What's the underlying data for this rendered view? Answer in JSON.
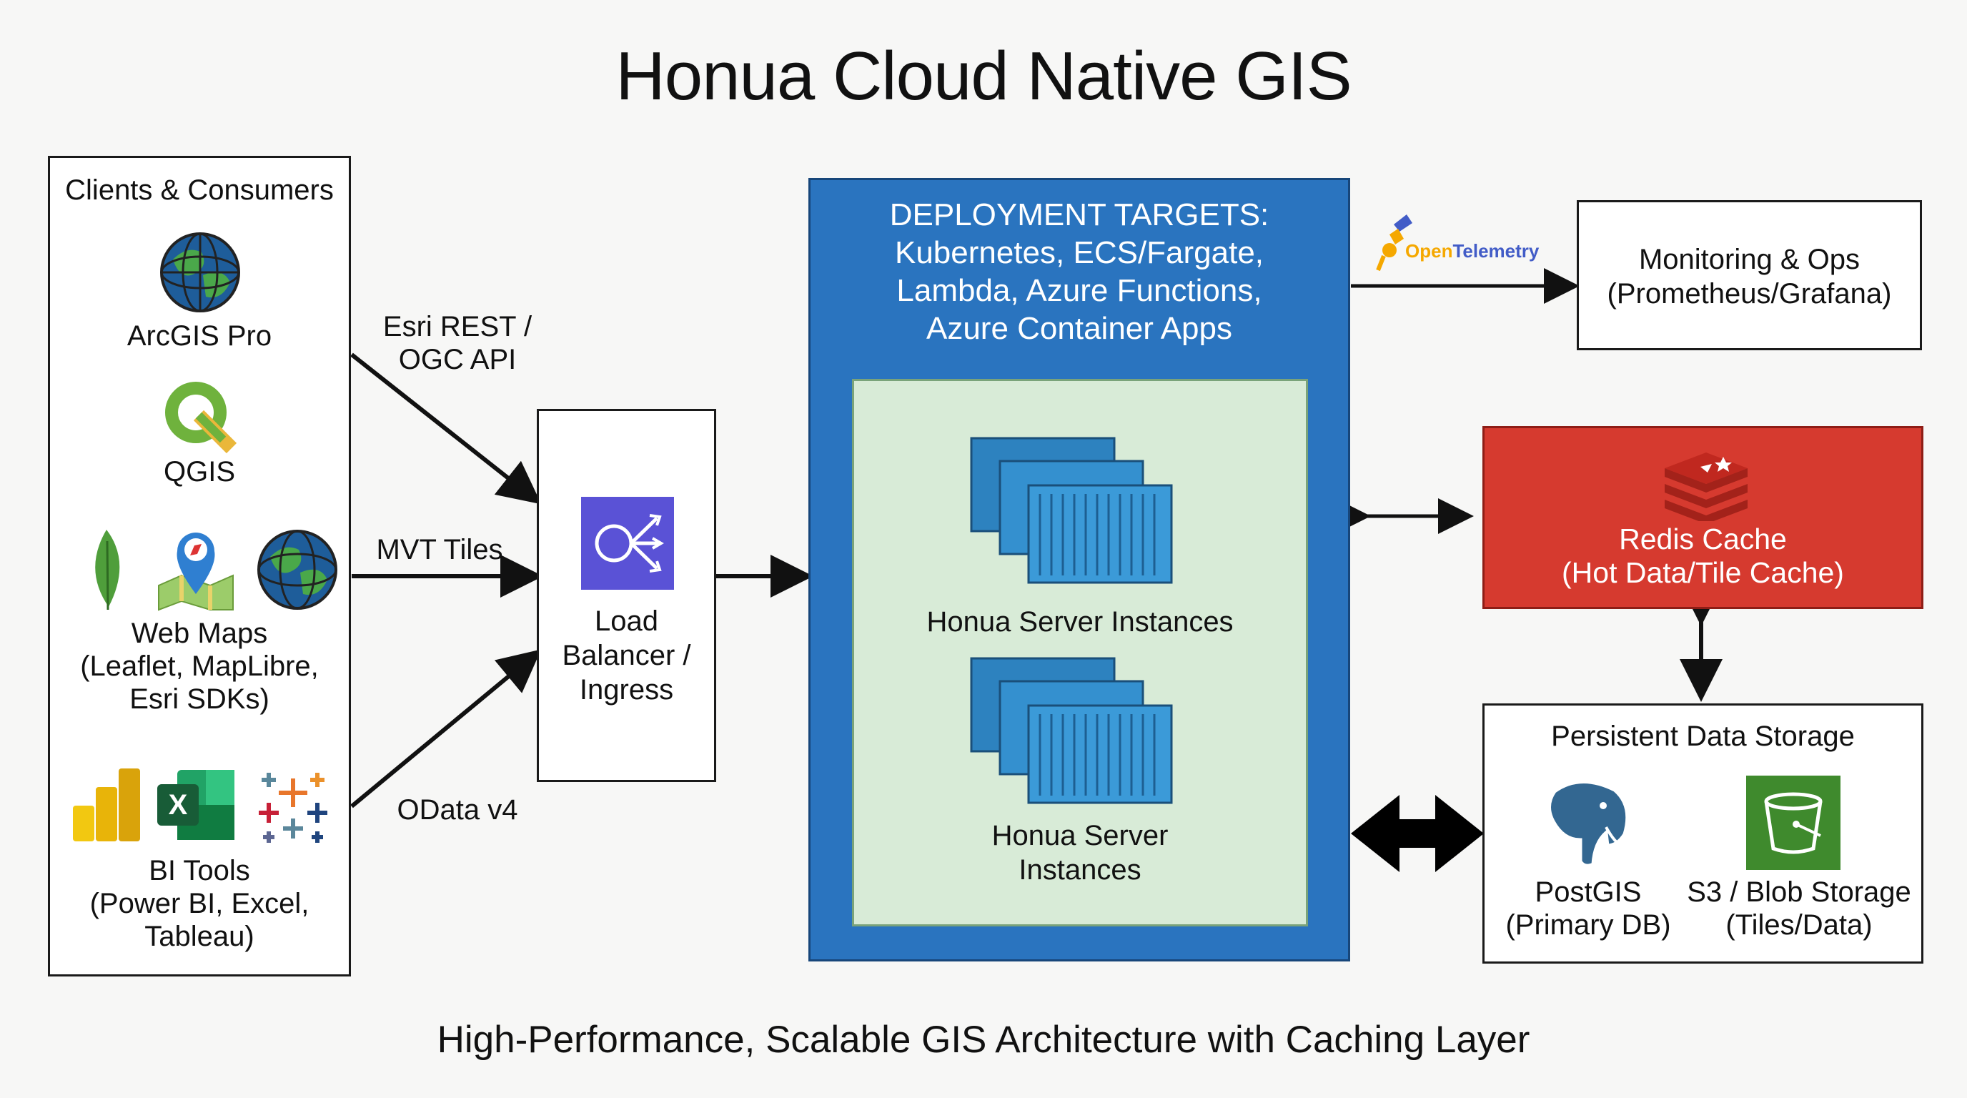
{
  "title": "Honua Cloud Native GIS",
  "subtitle": "High-Performance, Scalable GIS Architecture with Caching Layer",
  "clients": {
    "heading": "Clients & Consumers",
    "arcgis_pro": "ArcGIS Pro",
    "qgis": "QGIS",
    "web_maps": [
      "Web Maps",
      "(Leaflet, MapLibre,",
      "Esri SDKs)"
    ],
    "bi_tools": [
      "BI Tools",
      "(Power BI, Excel,",
      "Tableau)"
    ]
  },
  "connections": {
    "esri_rest": [
      "Esri REST /",
      "OGC API"
    ],
    "mvt_tiles": "MVT Tiles",
    "odata": "OData v4"
  },
  "load_balancer": [
    "Load",
    "Balancer /",
    "Ingress"
  ],
  "deployment": {
    "heading": [
      "DEPLOYMENT TARGETS:",
      "Kubernetes, ECS/Fargate,",
      "Lambda, Azure Functions,",
      "Azure Container Apps"
    ],
    "instances_1": "Honua Server Instances",
    "instances_2": [
      "Honua Server",
      "Instances"
    ]
  },
  "opentelemetry": {
    "open": "Open",
    "telemetry": "Telemetry"
  },
  "monitoring": [
    "Monitoring & Ops",
    "(Prometheus/Grafana)"
  ],
  "redis": [
    "Redis Cache",
    "(Hot Data/Tile Cache)"
  ],
  "storage": {
    "heading": "Persistent Data Storage",
    "postgis": [
      "PostGIS",
      "(Primary DB)"
    ],
    "s3": [
      "S3 / Blob Storage",
      "(Tiles/Data)"
    ]
  },
  "icons": {
    "arcgis": "globe-icon",
    "qgis": "qgis-logo-icon",
    "mongo": "leaf-icon",
    "maps": "map-pin-icon",
    "powerbi": "power-bi-icon",
    "excel": "excel-icon",
    "tableau": "tableau-icon",
    "lb": "load-balancer-icon",
    "containers": "container-stack-icon",
    "redis": "redis-icon",
    "postgres": "elephant-icon",
    "s3": "bucket-icon"
  },
  "colors": {
    "deployment_blue": "#2a74bf",
    "inner_green": "#d8ebd7",
    "redis_red": "#d63a2f",
    "container_blue": "#3490cf",
    "s3_green": "#3f8a2d",
    "postgres_blue": "#336791",
    "lb_purple": "#5a52d6"
  }
}
